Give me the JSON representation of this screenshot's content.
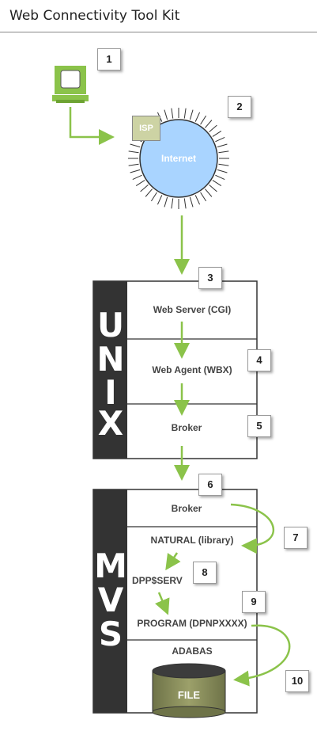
{
  "title": "Web Connectivity Tool Kit",
  "badges": [
    "1",
    "2",
    "3",
    "4",
    "5",
    "6",
    "7",
    "8",
    "9",
    "10"
  ],
  "internet": {
    "label": "Internet",
    "isp": "ISP"
  },
  "unix": {
    "side_label": [
      "U",
      "N",
      "I",
      "X"
    ],
    "layers": [
      "Web Server (CGI)",
      "Web Agent (WBX)",
      "Broker"
    ]
  },
  "mvs": {
    "side_label": [
      "M",
      "V",
      "S"
    ],
    "items": [
      "Broker",
      "NATURAL (library)",
      "DPP$SERV",
      "PROGRAM (DPNPXXXX)",
      "ADABAS"
    ],
    "file_label": "FILE"
  },
  "colors": {
    "arrow": "#8bc34a",
    "globe": "#a9d4ff",
    "side_bar": "#333333",
    "isp_box": "#cdd3a4",
    "file_drum": "#8a8f5c"
  }
}
